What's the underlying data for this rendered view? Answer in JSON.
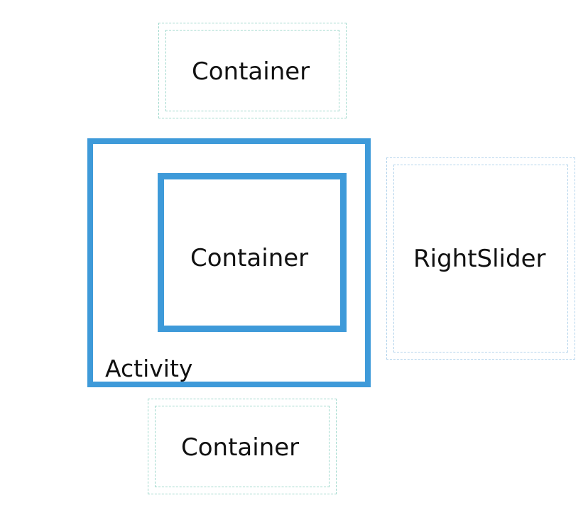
{
  "colors": {
    "solid_border": "#3e9ad9",
    "ghost_container_border": "#9fd8cc",
    "ghost_slider_border": "#b4d4ec",
    "text": "#111111"
  },
  "diagram": {
    "top_container": {
      "label": "Container"
    },
    "activity": {
      "label": "Activity",
      "inner_container": {
        "label": "Container"
      }
    },
    "right_slider": {
      "label": "RightSlider"
    },
    "bottom_container": {
      "label": "Container"
    }
  }
}
